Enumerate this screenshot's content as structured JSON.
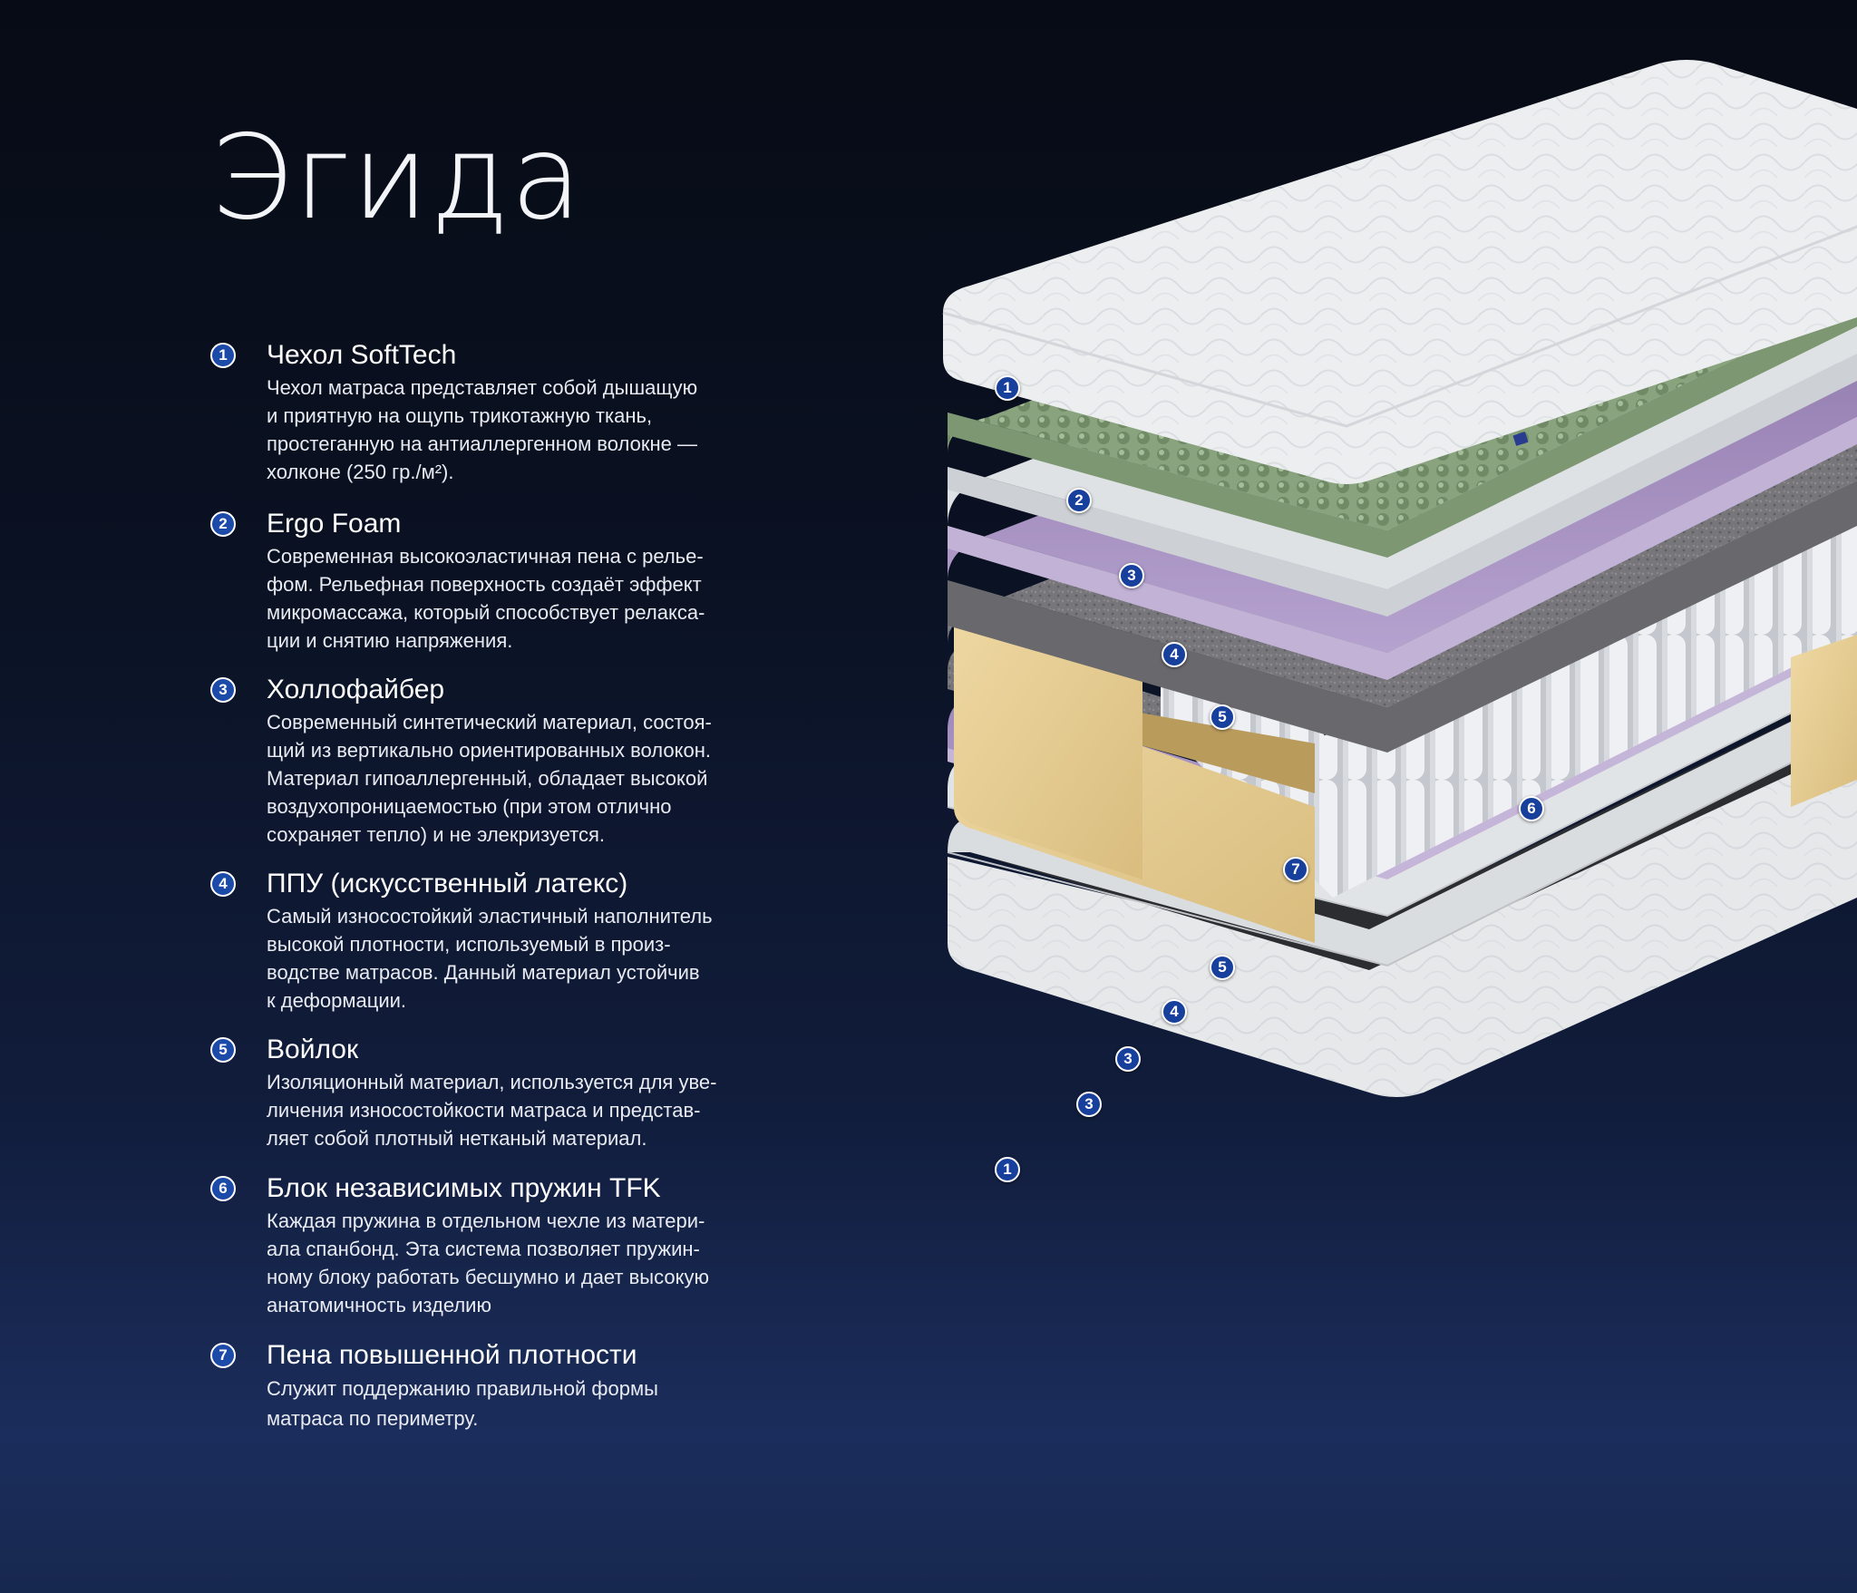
{
  "title": "Эгида",
  "features": [
    {
      "num": "1",
      "title": "Чехол SoftTech",
      "lines": [
        "Чехол матраса представляет собой дышащую",
        "и приятную на ощупь трикотажную ткань,",
        "простеганную на антиаллергенном волокне —",
        "холконе (250 гр./м²)."
      ]
    },
    {
      "num": "2",
      "title": "Ergo Foam",
      "lines": [
        "Современная высокоэластичная пена с релье-",
        "фом.  Рельефная поверхность создаёт эффект",
        "микромассажа, который способствует релакса-",
        "ции и снятию напряжения."
      ]
    },
    {
      "num": "3",
      "title": "Холлофайбер",
      "lines": [
        "Современный синтетический материал, состоя-",
        "щий из вертикально ориентированных волокон.",
        "Материал гипоаллергенный, обладает высокой",
        "воздухопроницаемостью (при этом отлично",
        "сохраняет тепло) и не элекризуется."
      ]
    },
    {
      "num": "4",
      "title": "ППУ (искусственный латекс)",
      "lines": [
        "Самый износостойкий эластичный наполнитель",
        "высокой плотности, используемый в произ-",
        "водстве матрасов. Данный материал устойчив",
        "к деформации."
      ]
    },
    {
      "num": "5",
      "title": "Войлок",
      "lines": [
        "Изоляционный материал, используется для уве-",
        "личения износостойкости матраса и представ-",
        "ляет собой плотный нетканый материал."
      ]
    },
    {
      "num": "6",
      "title": "Блок независимых пружин TFK",
      "lines": [
        "Каждая пружина в отдельном чехле из матери-",
        "ала спанбонд. Эта система позволяет пружин-",
        "ному блоку работать бесшумно и дает высокую",
        "анатомичность изделию"
      ]
    },
    {
      "num": "7",
      "title": "Пена повышенной плотности",
      "lines": [
        "Служит поддержанию правильной формы",
        "матраса по периметру."
      ]
    }
  ],
  "callouts": [
    "1",
    "2",
    "3",
    "4",
    "5",
    "6",
    "7",
    "5",
    "4",
    "3",
    "3",
    "1"
  ],
  "colors": {
    "background": "#0a1122",
    "badge": "#1c4aa8",
    "cover": "#eceef0",
    "ergo_foam": "#8ea883",
    "hollofiber": "#dcdfe2",
    "latex": "#a48fc0",
    "felt": "#7b7b80",
    "foam_frame": "#e7cf97"
  }
}
